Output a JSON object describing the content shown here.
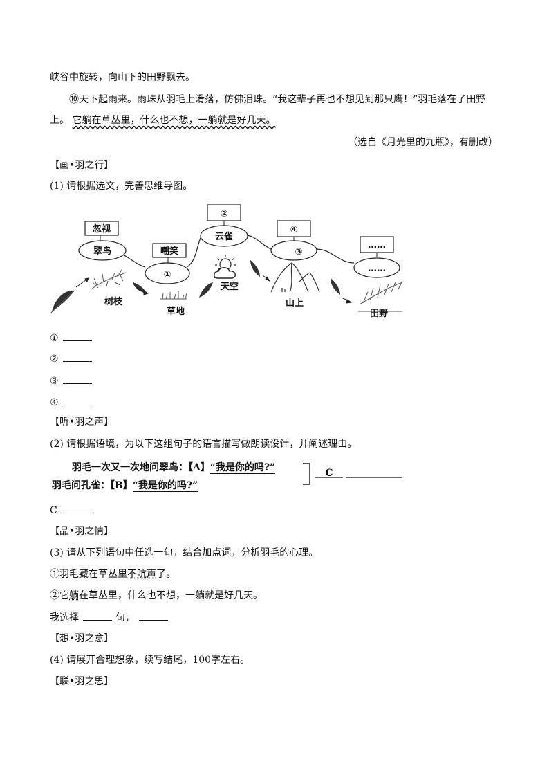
{
  "passage": {
    "line1": "峡谷中旋转，向山下的田野飘去。",
    "para10_a": "⑩天下起雨来。雨珠从羽毛上滑落，仿佛泪珠。“我这辈子再也不想见到那只鹰！”羽毛落在了田野",
    "para10_b_plain": "上。",
    "para10_b_wavy": "它躺在草丛里，什么也不想，一躺就是好几天。",
    "source": "（选自《月光里的九瓶》，有删改）"
  },
  "sec1": {
    "header": "【画•羽之行】",
    "question": "(1) 请根据选文，完善思维导图。",
    "blanks": [
      "①",
      "②",
      "③",
      "④"
    ]
  },
  "mindmap": {
    "boxes": [
      "忽视",
      "嘲笑",
      "②",
      "④",
      "……"
    ],
    "ovals": [
      "翠鸟",
      "①",
      "云雀",
      "③",
      "……"
    ],
    "places": [
      "树枝",
      "草地",
      "天空",
      "山上",
      "田野"
    ]
  },
  "sec2": {
    "header": "【听•羽之声】",
    "question": "(2) 请根据语境，为以下这组句子的语言描写做朗读设计，并阐述理由。",
    "sentence_a_prefix": "羽毛一次又一次地问翠鸟：【A】",
    "sentence_a_quote": "“我是你的吗?”",
    "sentence_b_prefix": "羽毛问孔雀：【B】",
    "sentence_b_quote": "“我是你的吗?”",
    "bracket_label": "C",
    "answer_label": "C"
  },
  "sec3": {
    "header": "【品•羽之情】",
    "question": "(3) 请从下列语句中任选一句，结合加点词，分析羽毛的心理。",
    "s1_pre": "①羽毛藏在草丛里",
    "s1_dot": "不吭声",
    "s1_post": "了。",
    "s2_pre": "②它",
    "s2_dot": "躺",
    "s2_post": "在草丛里，什么也不想，一躺就是好几天。",
    "choose_a": "我选择",
    "choose_b": "句，"
  },
  "sec4": {
    "header": "【想•羽之意】",
    "question": "(4) 请展开合理想象，续写结尾，100字左右。"
  },
  "sec5": {
    "header": "【联•羽之思】"
  }
}
